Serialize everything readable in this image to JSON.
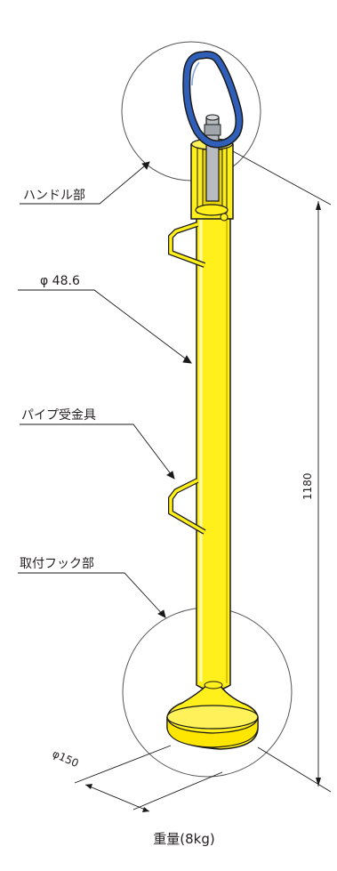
{
  "labels": {
    "handle": "ハンドル部",
    "pipe_diameter": "φ 48.6",
    "pipe_bracket": "パイプ受金具",
    "hook": "取付フック部",
    "base_diameter": "φ150",
    "height": "1180"
  },
  "caption": "重量(8kg)",
  "colors": {
    "pipe_yellow": "#ffef1a",
    "handle_blue": "#2f5fb8",
    "outline": "#1a1a1a"
  }
}
